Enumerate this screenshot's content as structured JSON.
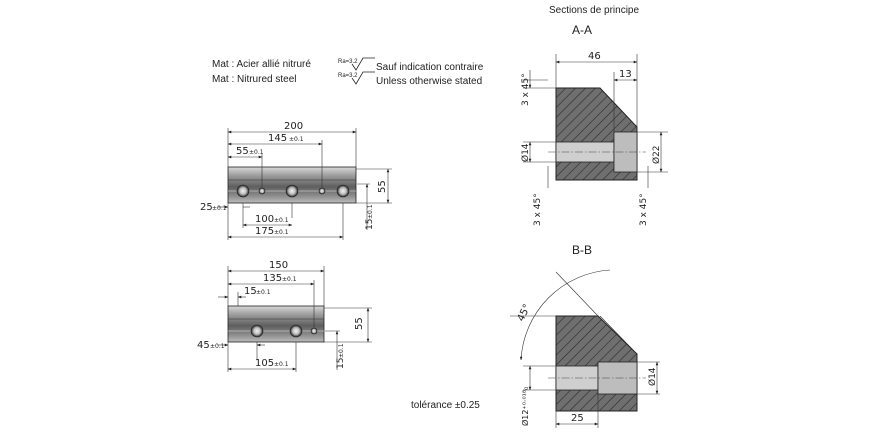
{
  "header": {
    "sections_title": "Sections de principe",
    "section_aa": "A-A",
    "section_bb": "B-B"
  },
  "material": {
    "fr": "Mat : Acier allié nitruré",
    "en": "Mat : Nitrured steel"
  },
  "roughness": {
    "symbol": "Ra=3.2",
    "fr": "Sauf indication contraire",
    "en": "Unless otherwise stated"
  },
  "part1": {
    "overall": "200",
    "d145": "145",
    "d55": "55",
    "d100": "100",
    "d175": "175",
    "d25": "25",
    "h55": "55",
    "v15": "15",
    "tol": "±0.1"
  },
  "part2": {
    "overall": "150",
    "d135": "135",
    "d15": "15",
    "d105": "105",
    "d45": "45",
    "h55": "55",
    "v15": "15",
    "tol": "±0.1"
  },
  "section_aa": {
    "width": "46",
    "counter": "13",
    "chamfer_top": "3 x 45°",
    "chamfer_bot_left": "3 x 45°",
    "chamfer_bot_right": "3 x 45°",
    "dia_small": "Ø14",
    "dia_large": "Ø22"
  },
  "section_bb": {
    "angle": "45°",
    "depth": "25",
    "dia_small": "Ø14",
    "dia_fit": "Ø12⁺⁰·⁰¹⁸₀"
  },
  "tolerance": "tolérance ±0.25"
}
